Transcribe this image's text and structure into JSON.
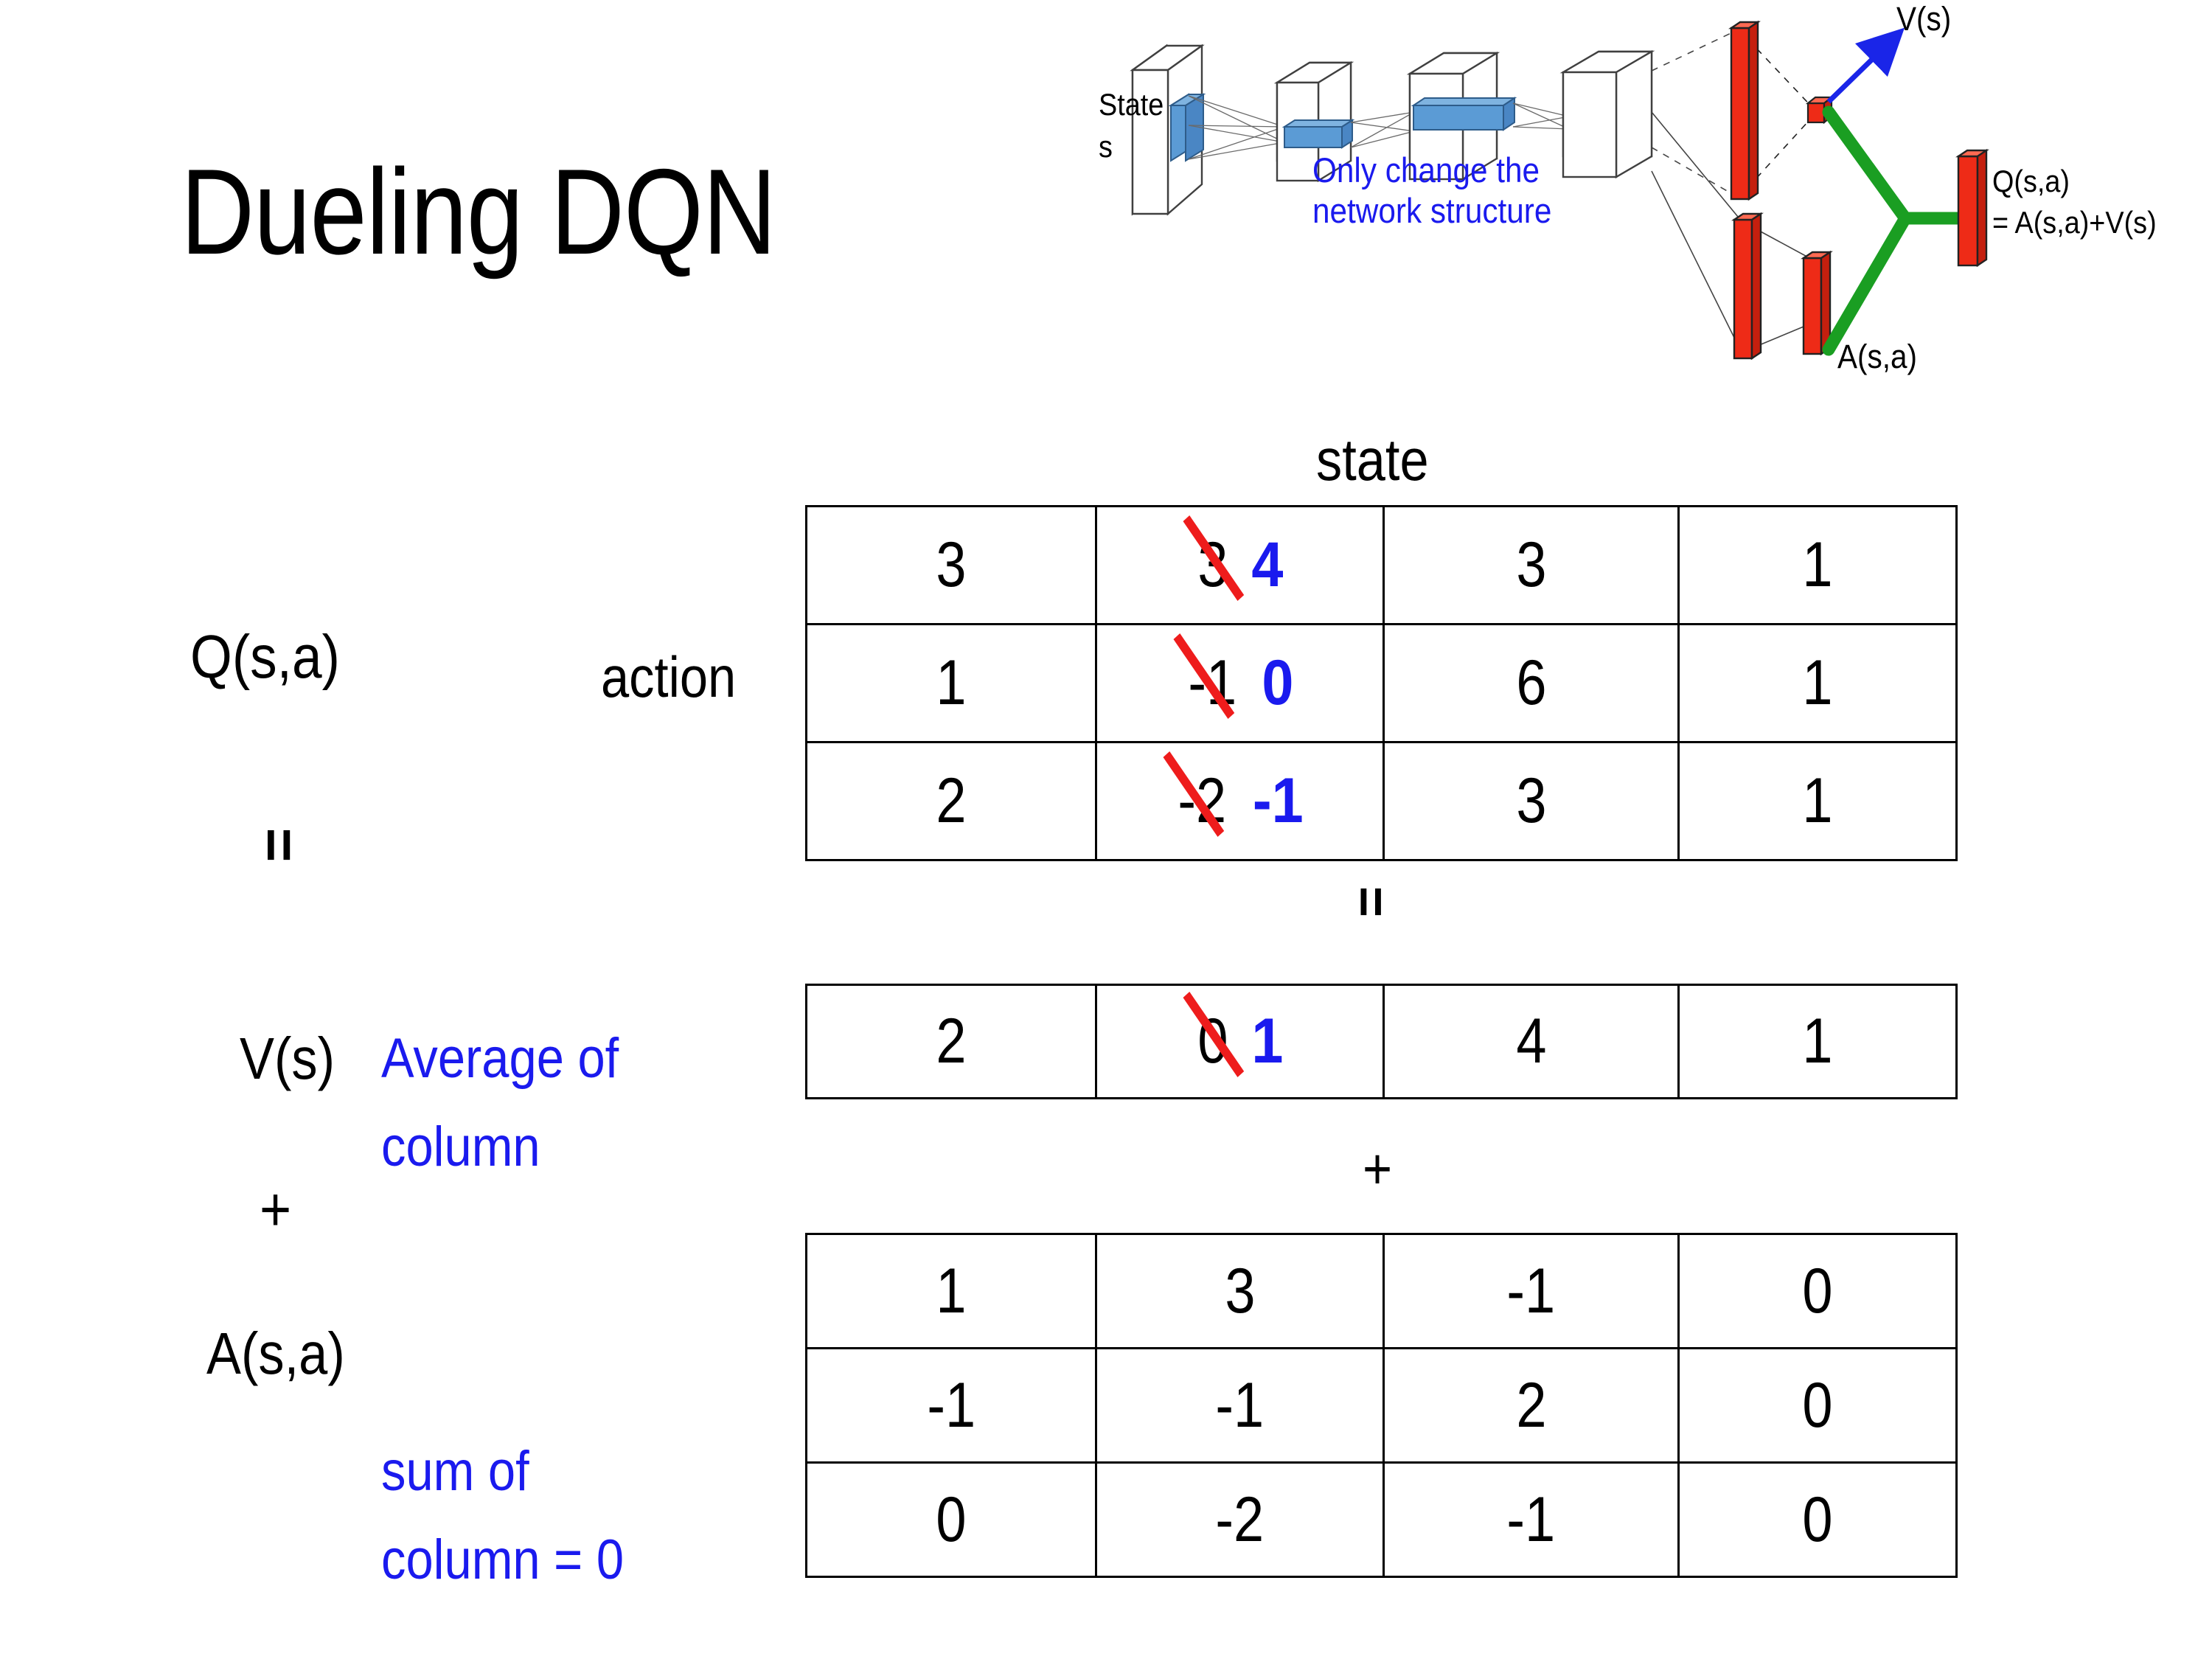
{
  "slide": {
    "title": "Dueling DQN",
    "background_color": "#ffffff",
    "accent_blue": "#1a1aee",
    "strike_red": "#ee1c1c"
  },
  "diagram": {
    "name": "dueling-dqn-network-architecture",
    "state_label": "State",
    "state_sub_label": "s",
    "note_line1": "Only change the",
    "note_line2": "network structure",
    "value_output_label": "V(s)",
    "advantage_output_label": "A(s,a)",
    "q_output_label_line1": "Q(s,a)",
    "q_output_label_line2": "= A(s,a)+V(s)"
  },
  "axes": {
    "state_axis_label": "state",
    "action_axis_label": "action"
  },
  "row_labels": {
    "q_label": "Q(s,a)",
    "equals_1": "=",
    "v_label": "V(s)",
    "plus_1": "+",
    "a_label": "A(s,a)",
    "v_note": "Average of column",
    "v_note_line1": "Average of",
    "v_note_line2": "column",
    "a_note_line1": "sum of",
    "a_note_line2": "column = 0"
  },
  "operators": {
    "equals_between_tables": "=",
    "plus_between_tables": "+"
  },
  "q_table": {
    "name": "q-value-table",
    "rows": [
      [
        {
          "value": "3"
        },
        {
          "old": "3",
          "new": "4",
          "struck": true
        },
        {
          "value": "3"
        },
        {
          "value": "1"
        }
      ],
      [
        {
          "value": "1"
        },
        {
          "old": "-1",
          "new": "0",
          "struck": true
        },
        {
          "value": "6"
        },
        {
          "value": "1"
        }
      ],
      [
        {
          "value": "2"
        },
        {
          "old": "-2",
          "new": "-1",
          "struck": true
        },
        {
          "value": "3"
        },
        {
          "value": "1"
        }
      ]
    ]
  },
  "v_table": {
    "name": "value-table",
    "rows": [
      [
        {
          "value": "2"
        },
        {
          "old": "0",
          "new": "1",
          "struck": true
        },
        {
          "value": "4"
        },
        {
          "value": "1"
        }
      ]
    ]
  },
  "a_table": {
    "name": "advantage-table",
    "rows": [
      [
        {
          "value": "1"
        },
        {
          "value": "3"
        },
        {
          "value": "-1"
        },
        {
          "value": "0"
        }
      ],
      [
        {
          "value": "-1"
        },
        {
          "value": "-1"
        },
        {
          "value": "2"
        },
        {
          "value": "0"
        }
      ],
      [
        {
          "value": "0"
        },
        {
          "value": "-2"
        },
        {
          "value": "-1"
        },
        {
          "value": "0"
        }
      ]
    ]
  }
}
